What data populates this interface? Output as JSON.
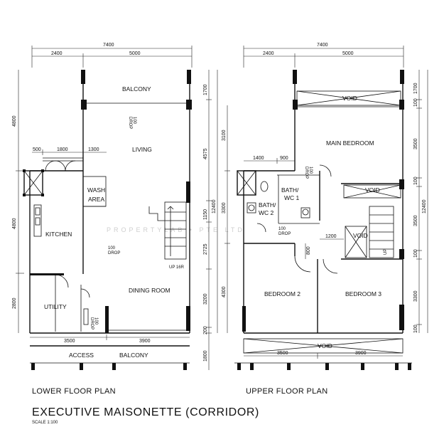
{
  "watermark": "PROPERTYLAB • PTE LTD",
  "lower": {
    "caption": "LOWER FLOOR PLAN",
    "rooms": {
      "balcony": "BALCONY",
      "living": "LIVING",
      "wash_area_1": "WASH",
      "wash_area_2": "AREA",
      "kitchen": "KITCHEN",
      "dining": "DINING ROOM",
      "utility": "UTILITY",
      "access_balcony_1": "ACCESS",
      "access_balcony_2": "BALCONY"
    },
    "labels": {
      "drop_top_1": "100",
      "drop_top_2": "DROP",
      "drop_kitchen_1": "100",
      "drop_kitchen_2": "DROP",
      "drop_entry_1": "100",
      "drop_entry_2": "DROP",
      "stair": "UP 16R"
    },
    "dims": {
      "top_total": "7400",
      "top_left": "2400",
      "top_right": "5000",
      "mid_a": "500",
      "mid_b": "1800",
      "mid_c": "1300",
      "bottom_left": "3500",
      "bottom_right": "3900",
      "left_1": "4800",
      "left_2": "4800",
      "left_3": "2800",
      "right_1": "1700",
      "right_2": "4575",
      "right_3": "1150",
      "right_4": "2725",
      "right_5": "3200",
      "right_6": "200",
      "right_7": "1800",
      "right_total": "12400"
    }
  },
  "upper": {
    "caption": "UPPER FLOOR PLAN",
    "rooms": {
      "void_top": "VOID",
      "main_bedroom": "MAIN BEDROOM",
      "bath1_1": "BATH/",
      "bath1_2": "WC 1",
      "bath2_1": "BATH/",
      "bath2_2": "WC 2",
      "void_mid": "VOID",
      "void_stair": "VOID",
      "bedroom2": "BEDROOM 2",
      "bedroom3": "BEDROOM 3",
      "void_bottom": "VOID"
    },
    "labels": {
      "drop_a_1": "100",
      "drop_a_2": "DROP",
      "drop_b_1": "100",
      "drop_b_2": "DROP",
      "stair": "UP"
    },
    "dims": {
      "top_total": "7400",
      "top_left": "2400",
      "top_right": "5000",
      "mid_a": "1400",
      "mid_b": "900",
      "inner_a": "1200",
      "inner_b": "800",
      "bottom_left": "3500",
      "bottom_right": "3900",
      "left_1": "3100",
      "left_2": "3300",
      "left_3": "4300",
      "right_1": "1700",
      "right_2": "100",
      "right_3": "3500",
      "right_4": "100",
      "right_5": "3500",
      "right_6": "100",
      "right_7": "3300",
      "right_8": "100",
      "right_total": "12400"
    }
  },
  "title": "EXECUTIVE MAISONETTE (CORRIDOR)",
  "scale": "SCALE 1:100"
}
